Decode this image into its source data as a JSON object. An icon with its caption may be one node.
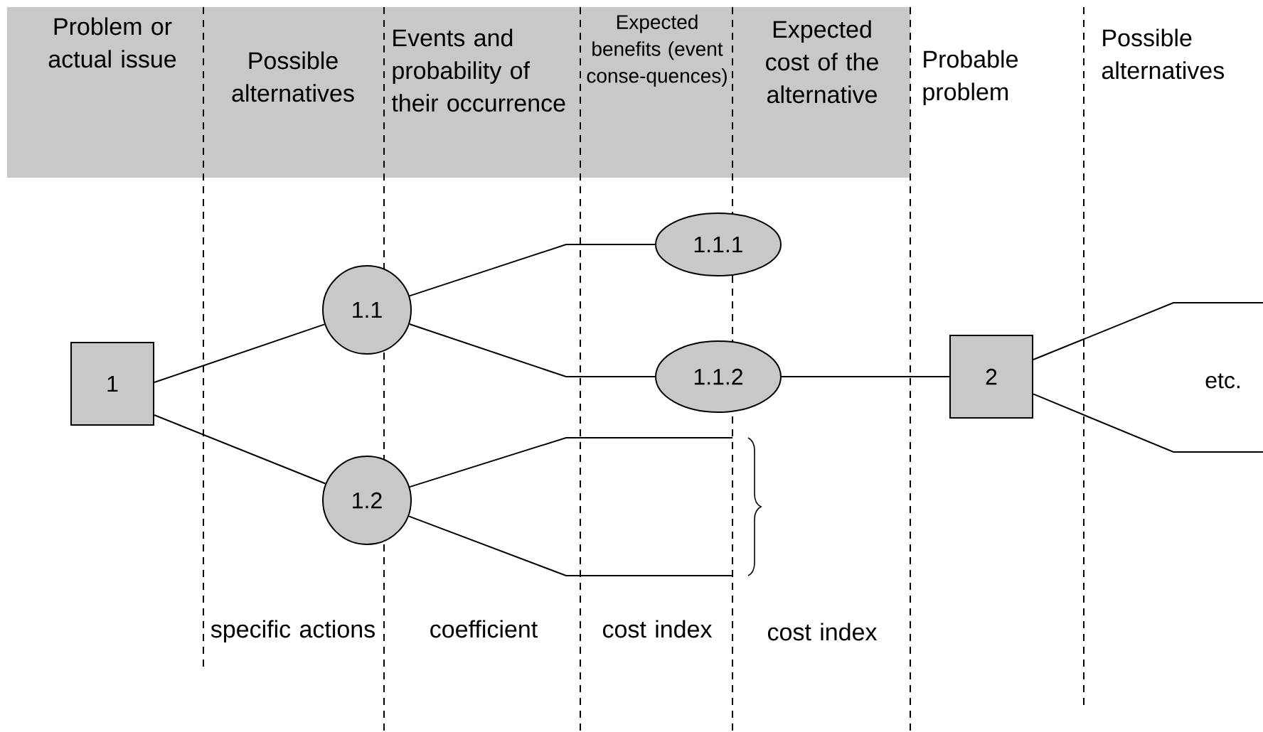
{
  "diagram": {
    "nodes": [
      {
        "text": [
          "1"
        ]
      },
      {
        "text": [
          "1.1"
        ]
      },
      {
        "text": [
          "1.2"
        ]
      },
      {
        "text": [
          "1.1.1"
        ]
      },
      {
        "text": [
          "1.1.2"
        ]
      },
      {
        "text": [
          "2"
        ]
      }
    ],
    "edges": [
      {
        "from": 0,
        "to": 1,
        "arrow": "none"
      },
      {
        "from": 0,
        "to": 2,
        "arrow": "none"
      },
      {
        "from": 1,
        "to": 3,
        "arrow": "none"
      },
      {
        "from": 1,
        "to": 4,
        "arrow": "none"
      },
      {
        "from": 4,
        "to": 5,
        "arrow": "none"
      },
      {
        "from": 2,
        "to": null,
        "arrow": "none"
      },
      {
        "from": 2,
        "to": null,
        "arrow": "none"
      },
      {
        "from": 5,
        "to": null,
        "arrow": "none"
      },
      {
        "from": 5,
        "to": null,
        "arrow": "none"
      }
    ],
    "labels": [
      "Problem or actual issue",
      "Possible alternatives",
      "Events and probability of their occurrence",
      "Expected benefits (event conse-quences)",
      "Expected cost of the alternative",
      "Probable problem",
      "Possible alternatives",
      "etc.",
      "specific actions",
      "coefficient",
      "cost index",
      "cost index"
    ]
  }
}
